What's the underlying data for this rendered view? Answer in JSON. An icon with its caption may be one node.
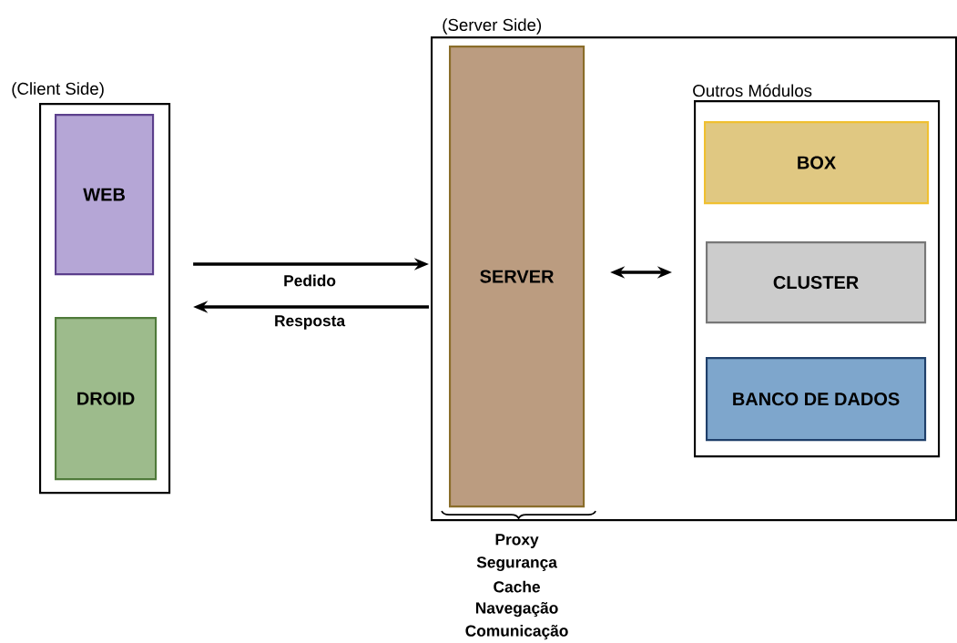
{
  "diagram": {
    "nodes": [
      {
        "text": [
          "(Client Side)"
        ]
      },
      {
        "text": [
          "WEB"
        ],
        "in": 0
      },
      {
        "text": [
          "DROID"
        ],
        "in": 0
      },
      {
        "text": [
          "(Server Side)"
        ]
      },
      {
        "text": [
          "SERVER"
        ],
        "in": 3,
        "beside": [
          "Proxy",
          "Segurança",
          "Cache",
          "Navegação",
          "Comunicação"
        ]
      },
      {
        "text": [
          "Outros Módulos"
        ],
        "in": 3
      },
      {
        "text": [
          "BOX"
        ],
        "in": 5
      },
      {
        "text": [
          "CLUSTER"
        ],
        "in": 5
      },
      {
        "text": [
          "BANCO DE DADOS"
        ],
        "in": 5
      }
    ],
    "edges": [
      {
        "from": 0,
        "to": 4,
        "arrow": "to",
        "label": "Pedido"
      },
      {
        "from": 4,
        "to": 0,
        "arrow": "to",
        "label": "Resposta"
      },
      {
        "from": 4,
        "to": 5,
        "arrow": "both"
      }
    ]
  }
}
